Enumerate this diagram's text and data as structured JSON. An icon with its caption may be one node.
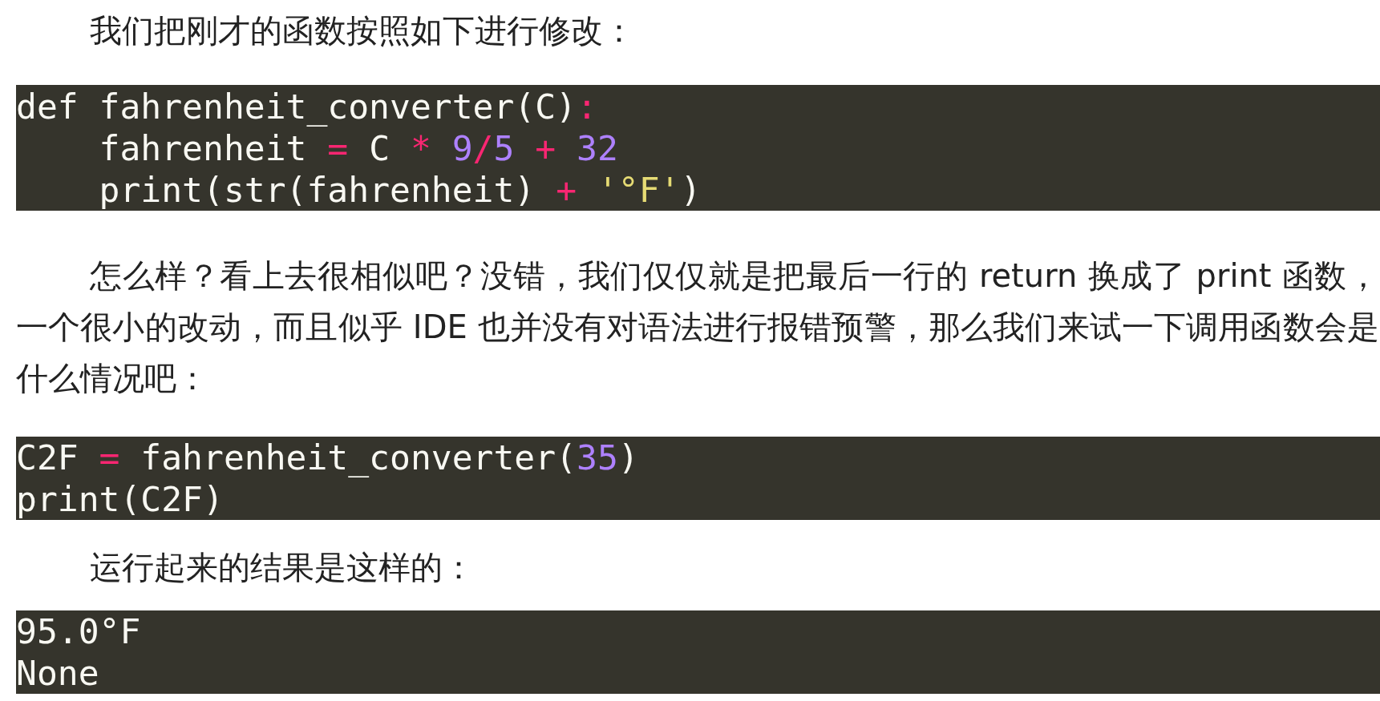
{
  "diagram": {
    "labels": [
      "我们把刚才的函数按照如下进行修改：",
      "def fahrenheit_converter(C):",
      "    fahrenheit = C * 9/5 + 32",
      "    print(str(fahrenheit) + '°F')",
      "怎么样？看上去很相似吧？没错，我们仅仅就是把最后一行的 return 换成了 print 函数，一个很小的改动，而且似乎 IDE 也并没有对语法进行报错预警，那么我们来试一下调用函数会是什么情况吧：",
      "C2F = fahrenheit_converter(35)",
      "print(C2F)",
      "运行起来的结果是这样的：",
      "95.0°F",
      "None"
    ]
  }
}
